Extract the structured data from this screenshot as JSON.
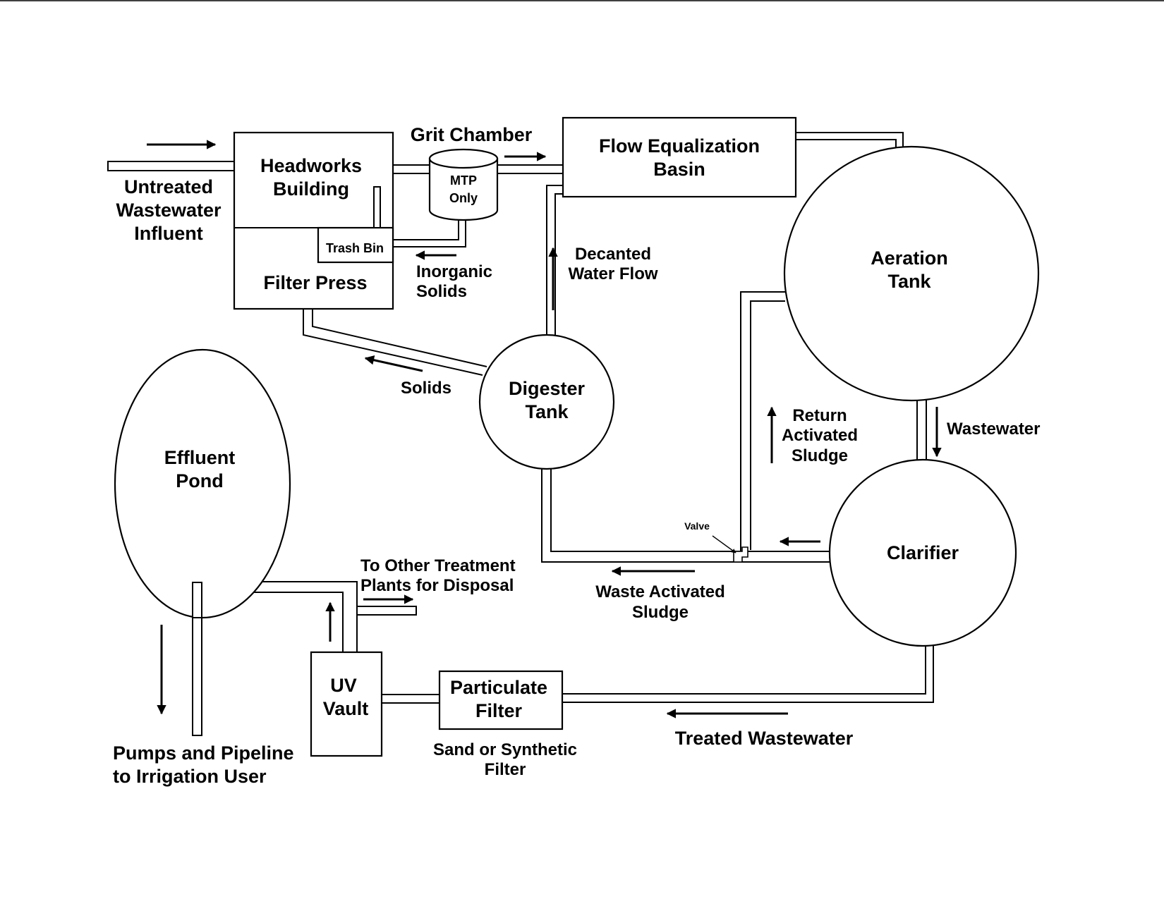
{
  "labels": {
    "untreated": [
      "Untreated",
      "Wastewater",
      "Influent"
    ],
    "headworks": [
      "Headworks",
      "Building"
    ],
    "trash_bin": "Trash Bin",
    "filter_press": "Filter Press",
    "grit_chamber": "Grit Chamber",
    "mtp_only": [
      "MTP",
      "Only"
    ],
    "inorganic_solids": [
      "Inorganic",
      "Solids"
    ],
    "flow_equalization": [
      "Flow Equalization",
      "Basin"
    ],
    "decanted_water": [
      "Decanted",
      "Water Flow"
    ],
    "aeration_tank": [
      "Aeration",
      "Tank"
    ],
    "digester_tank": [
      "Digester",
      "Tank"
    ],
    "solids": "Solids",
    "return_activated": [
      "Return",
      "Activated",
      "Sludge"
    ],
    "wastewater": "Wastewater",
    "valve": "Valve",
    "clarifier": "Clarifier",
    "waste_activated": [
      "Waste Activated",
      "Sludge"
    ],
    "effluent_pond": [
      "Effluent",
      "Pond"
    ],
    "to_other": [
      "To Other Treatment",
      "Plants for Disposal"
    ],
    "uv_vault": [
      "UV",
      "Vault"
    ],
    "particulate_filter": [
      "Particulate",
      "Filter"
    ],
    "sand_filter": [
      "Sand or Synthetic",
      "Filter"
    ],
    "treated_wastewater": "Treated Wastewater",
    "pumps_pipeline": [
      "Pumps and Pipeline",
      "to Irrigation User"
    ]
  },
  "colors": {
    "line": "#000000",
    "background": "#ffffff"
  }
}
